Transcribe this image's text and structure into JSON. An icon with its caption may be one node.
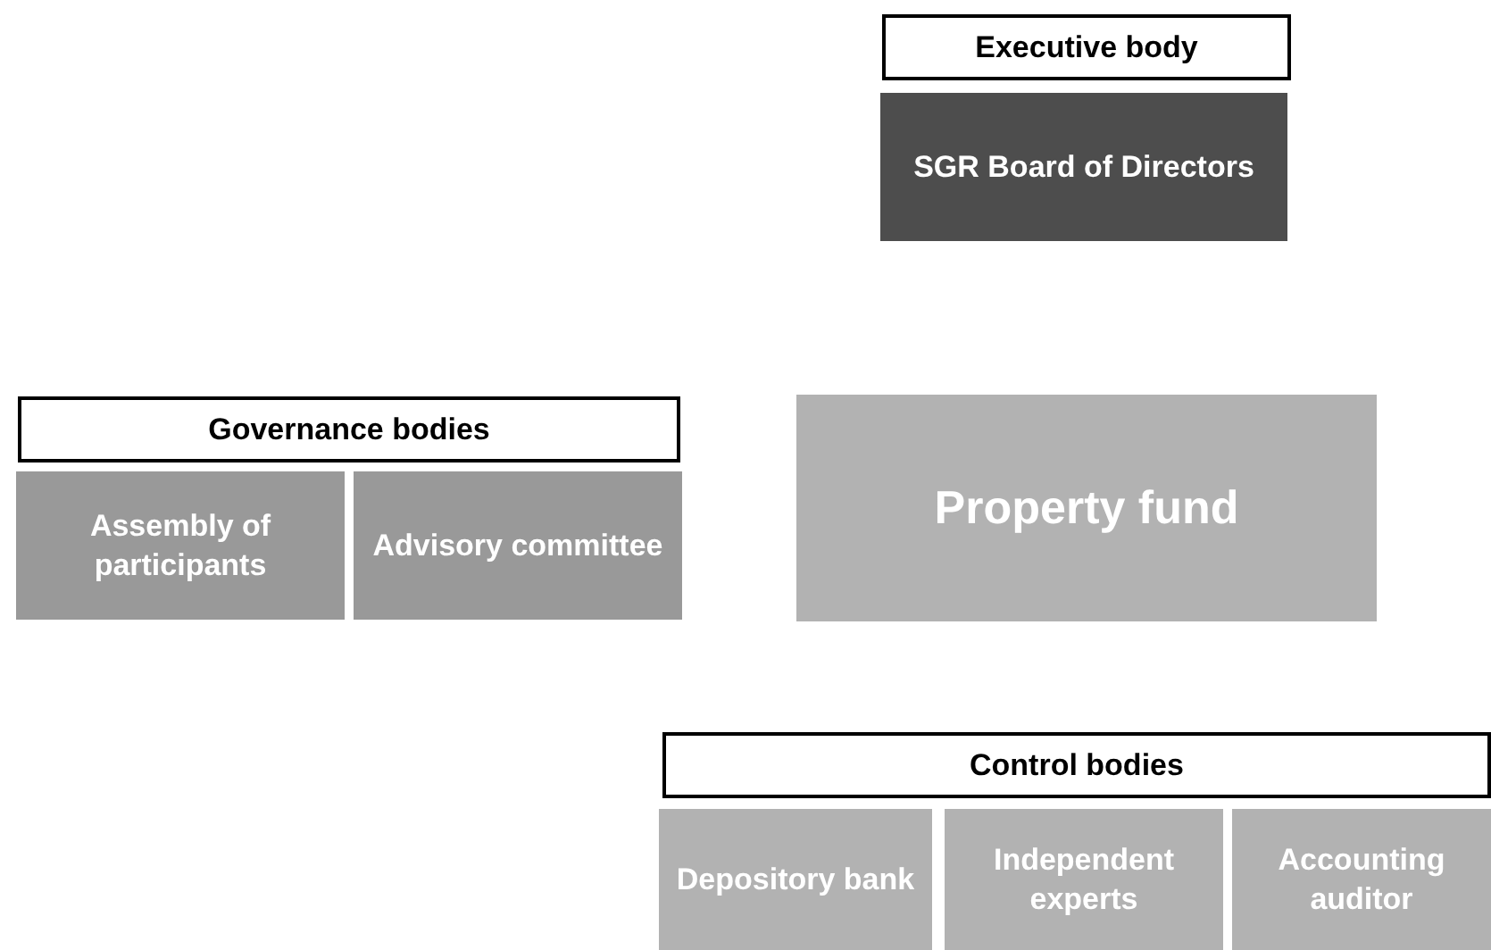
{
  "diagram": {
    "nodes": [
      {
        "text": [
          "Executive body"
        ]
      },
      {
        "text": [
          "SGR Board of Directors"
        ]
      },
      {
        "text": [
          "Governance bodies"
        ]
      },
      {
        "text": [
          "Assembly of participants"
        ]
      },
      {
        "text": [
          "Advisory committee"
        ]
      },
      {
        "text": [
          "Property fund"
        ]
      },
      {
        "text": [
          "Control bodies"
        ]
      },
      {
        "text": [
          "Depository bank"
        ]
      },
      {
        "text": [
          "Independent experts"
        ]
      },
      {
        "text": [
          "Accounting auditor"
        ]
      }
    ]
  }
}
